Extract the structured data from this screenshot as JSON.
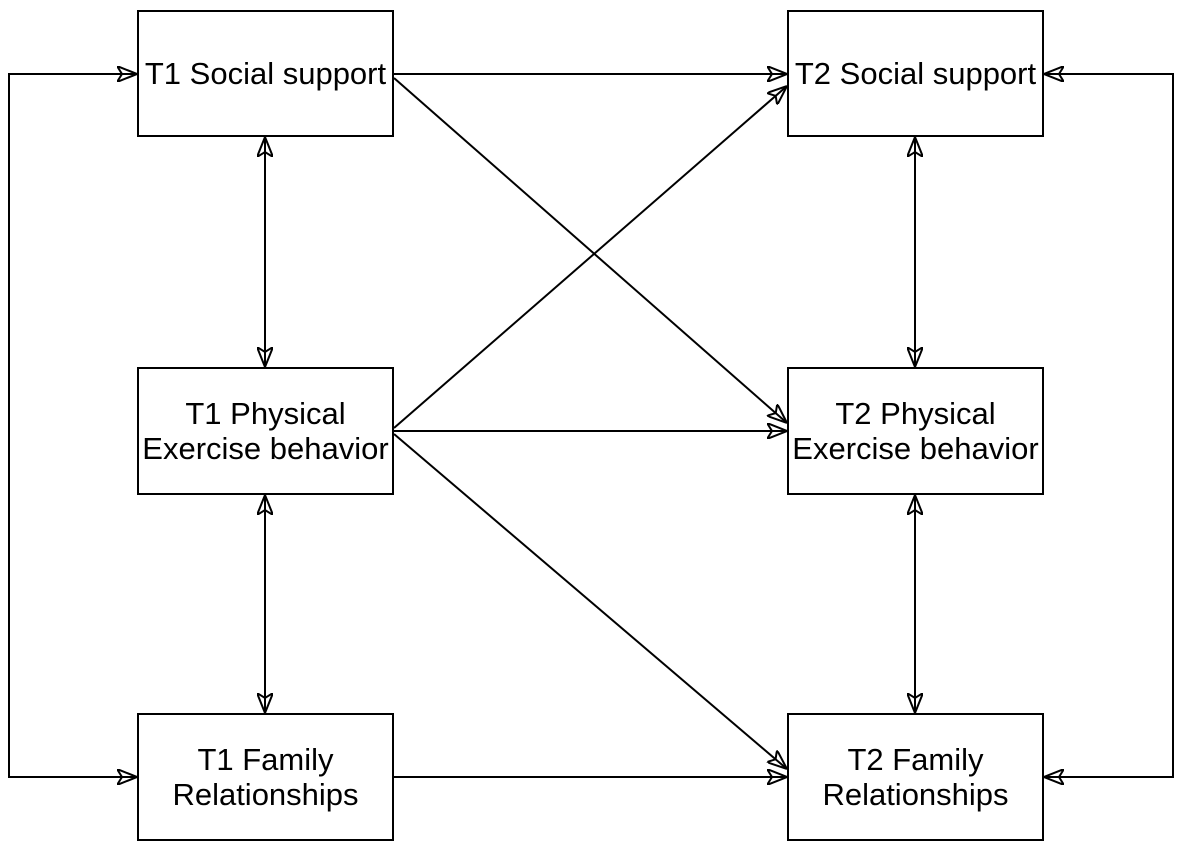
{
  "figure": {
    "type": "cross-lagged path model diagram",
    "background_color": "#ffffff",
    "line_color": "#000000",
    "box_border_color": "#000000",
    "text_color": "#000000"
  },
  "nodes": [
    {
      "id": "t1-social-support",
      "label": "T1 Social support"
    },
    {
      "id": "t2-social-support",
      "label": "T2 Social support"
    },
    {
      "id": "t1-physical-exercise-behavior",
      "label": "T1 Physical\nExercise behavior"
    },
    {
      "id": "t2-physical-exercise-behavior",
      "label": "T2 Physical\nExercise behavior"
    },
    {
      "id": "t1-family-relationships",
      "label": "T1 Family\nRelationships"
    },
    {
      "id": "t2-family-relationships",
      "label": "T2 Family\nRelationships"
    }
  ],
  "edges": [
    {
      "from": "t1-social-support",
      "to": "t2-social-support",
      "type": "directed"
    },
    {
      "from": "t1-social-support",
      "to": "t2-physical-exercise-behavior",
      "type": "directed"
    },
    {
      "from": "t1-physical-exercise-behavior",
      "to": "t2-social-support",
      "type": "directed"
    },
    {
      "from": "t1-physical-exercise-behavior",
      "to": "t2-physical-exercise-behavior",
      "type": "directed"
    },
    {
      "from": "t1-physical-exercise-behavior",
      "to": "t2-family-relationships",
      "type": "directed"
    },
    {
      "from": "t1-family-relationships",
      "to": "t2-family-relationships",
      "type": "directed"
    },
    {
      "from": "t1-social-support",
      "to": "t1-physical-exercise-behavior",
      "type": "bidirectional"
    },
    {
      "from": "t1-physical-exercise-behavior",
      "to": "t1-family-relationships",
      "type": "bidirectional"
    },
    {
      "from": "t2-social-support",
      "to": "t2-physical-exercise-behavior",
      "type": "bidirectional"
    },
    {
      "from": "t2-physical-exercise-behavior",
      "to": "t2-family-relationships",
      "type": "bidirectional"
    },
    {
      "from": "t1-social-support",
      "to": "t1-family-relationships",
      "type": "bidirectional",
      "route": "outer-left"
    },
    {
      "from": "t2-social-support",
      "to": "t2-family-relationships",
      "type": "bidirectional",
      "route": "outer-right"
    }
  ]
}
